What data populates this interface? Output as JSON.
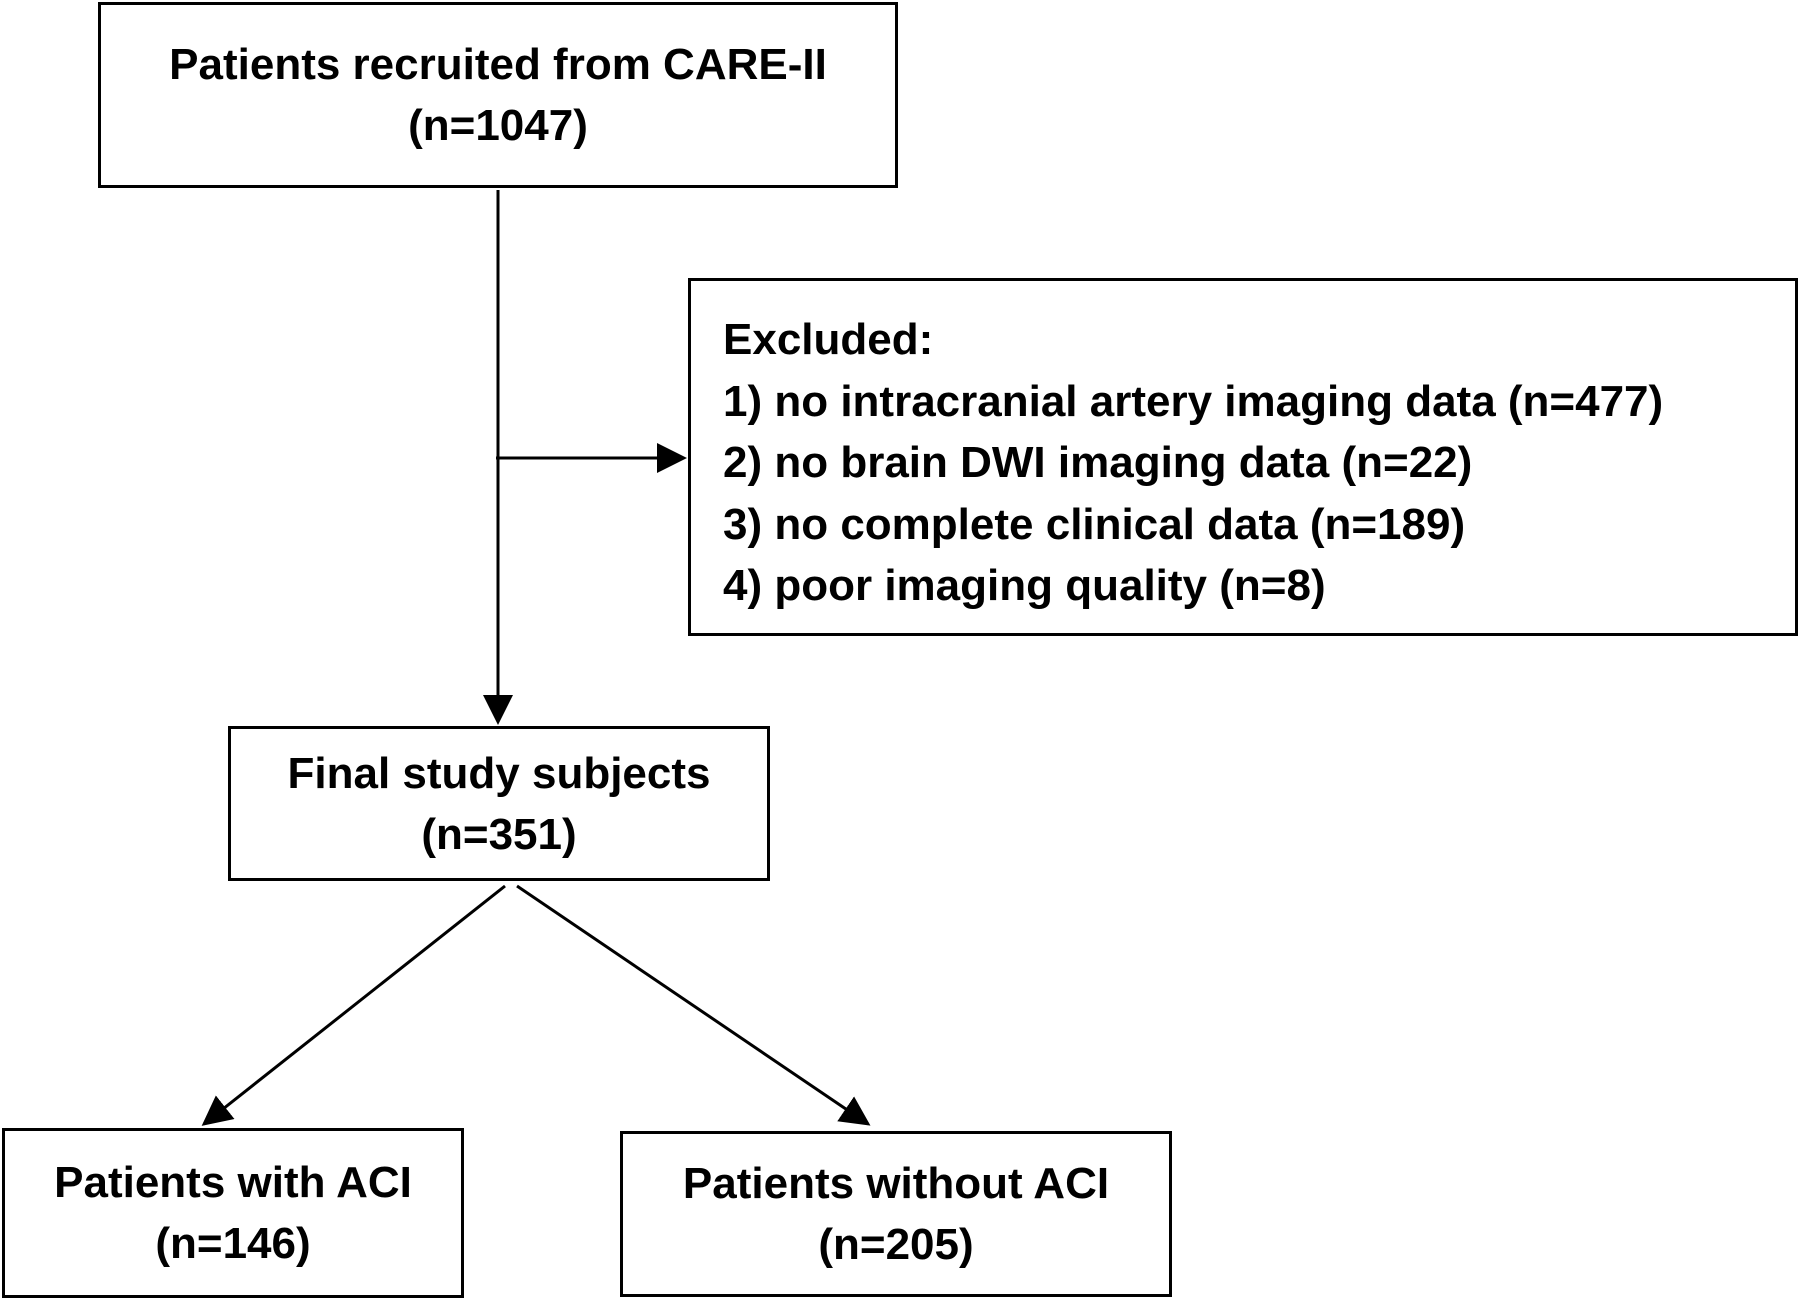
{
  "boxes": {
    "recruited": {
      "title": "Patients recruited from CARE-II",
      "count": "(n=1047)"
    },
    "excluded": {
      "heading": "Excluded:",
      "reasons": [
        "1) no intracranial artery imaging data (n=477)",
        "2) no brain DWI imaging data (n=22)",
        "3) no complete clinical data (n=189)",
        "4) poor imaging quality (n=8)"
      ]
    },
    "final": {
      "title": "Final study subjects",
      "count": "(n=351)"
    },
    "with_aci": {
      "title": "Patients with ACI",
      "count": "(n=146)"
    },
    "without_aci": {
      "title": "Patients without ACI",
      "count": "(n=205)"
    }
  },
  "colors": {
    "line": "#000000",
    "background": "#ffffff"
  }
}
